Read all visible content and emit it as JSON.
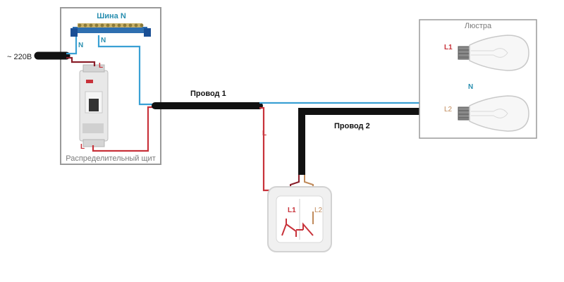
{
  "panel": {
    "title": "Распределительный щит",
    "bus_label": "Шина N",
    "n_label_1": "N",
    "n_label_2": "N",
    "l_top": "L",
    "l_bottom": "L"
  },
  "supply": {
    "label": "~ 220В"
  },
  "chandelier": {
    "title": "Люстра",
    "l1": "L1",
    "l2": "L2",
    "n": "N"
  },
  "cable1": {
    "label": "Провод 1",
    "l_label": "L"
  },
  "cable2": {
    "label": "Провод 2"
  },
  "switch": {
    "l1": "L1",
    "l2": "L2"
  },
  "colors": {
    "neutral": "#3aa0d4",
    "phase": "#c8323a",
    "phase_dark": "#8a1f2a",
    "l2": "#c08a5a",
    "cable": "#111111",
    "frame": "#9a9a9a",
    "label_teal": "#2a8fb0"
  }
}
